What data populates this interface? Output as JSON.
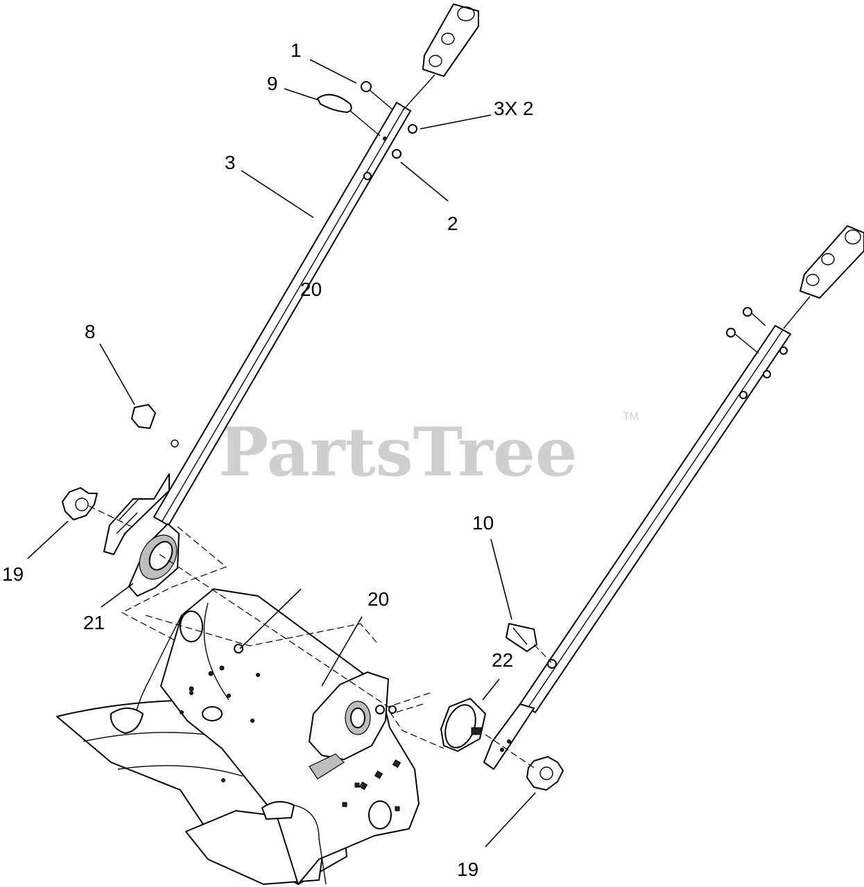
{
  "watermark": {
    "text": "PartsTree",
    "trademark": "TM"
  },
  "callouts": {
    "c1": "1",
    "c9": "9",
    "c3x2": "3X 2",
    "c3": "3",
    "c2": "2",
    "c8": "8",
    "c10": "10",
    "c19a": "19",
    "c19b": "19",
    "c20a": "20",
    "c20b": "20",
    "c21": "21",
    "c22": "22"
  },
  "colors": {
    "line": "#000000",
    "watermark": "#cfcfcf",
    "background": "#ffffff"
  }
}
